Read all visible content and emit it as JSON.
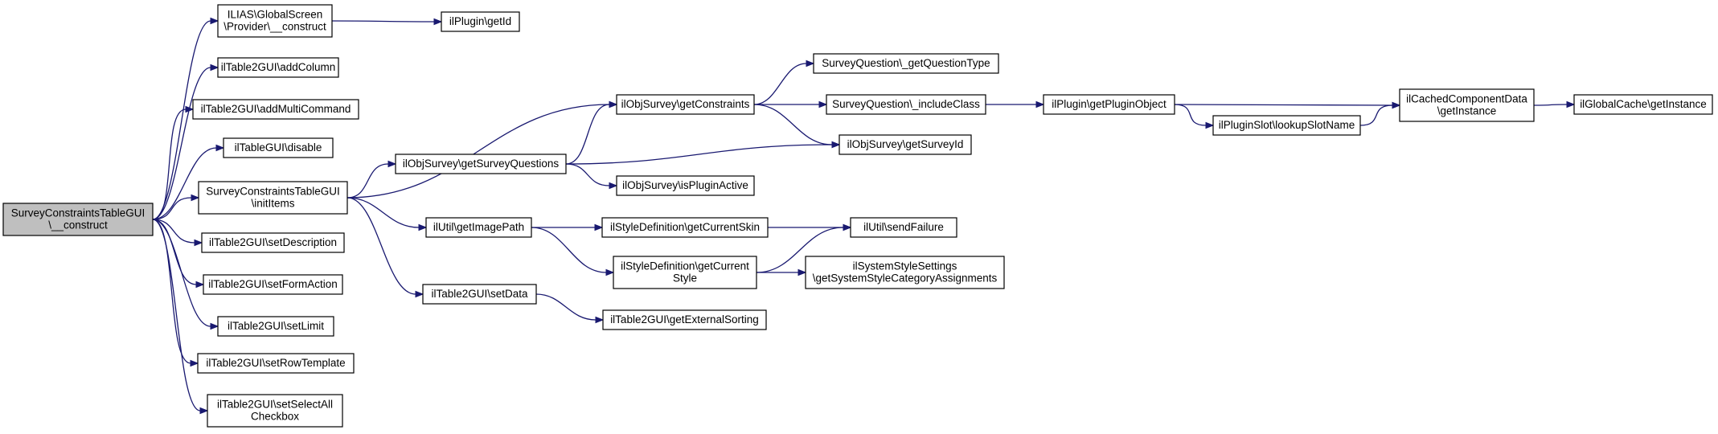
{
  "graph": {
    "colors": {
      "edge": "#191970",
      "root_fill": "#bfbfbf",
      "node_fill": "#ffffff",
      "border": "#000000"
    },
    "nodes": [
      {
        "id": "n0",
        "lines": [
          "SurveyConstraintsTableGUI",
          "\\__construct"
        ],
        "root": true
      },
      {
        "id": "n1",
        "lines": [
          "ILIAS\\GlobalScreen",
          "\\Provider\\__construct"
        ]
      },
      {
        "id": "n2",
        "lines": [
          "ilTable2GUI\\addColumn"
        ]
      },
      {
        "id": "n3",
        "lines": [
          "ilTable2GUI\\addMultiCommand"
        ]
      },
      {
        "id": "n4",
        "lines": [
          "ilTableGUI\\disable"
        ]
      },
      {
        "id": "n5",
        "lines": [
          "SurveyConstraintsTableGUI",
          "\\initItems"
        ]
      },
      {
        "id": "n6",
        "lines": [
          "ilTable2GUI\\setDescription"
        ]
      },
      {
        "id": "n7",
        "lines": [
          "ilTable2GUI\\setFormAction"
        ]
      },
      {
        "id": "n8",
        "lines": [
          "ilTable2GUI\\setLimit"
        ]
      },
      {
        "id": "n9",
        "lines": [
          "ilTable2GUI\\setRowTemplate"
        ]
      },
      {
        "id": "n10",
        "lines": [
          "ilTable2GUI\\setSelectAll",
          "Checkbox"
        ]
      },
      {
        "id": "n11",
        "lines": [
          "ilPlugin\\getId"
        ]
      },
      {
        "id": "n12",
        "lines": [
          "ilObjSurvey\\getConstraints"
        ]
      },
      {
        "id": "n13",
        "lines": [
          "ilObjSurvey\\getSurveyQuestions"
        ]
      },
      {
        "id": "n14",
        "lines": [
          "ilUtil\\getImagePath"
        ]
      },
      {
        "id": "n15",
        "lines": [
          "ilTable2GUI\\setData"
        ]
      },
      {
        "id": "n16",
        "lines": [
          "SurveyQuestion\\_getQuestionType"
        ]
      },
      {
        "id": "n17",
        "lines": [
          "SurveyQuestion\\_includeClass"
        ]
      },
      {
        "id": "n18",
        "lines": [
          "ilObjSurvey\\getSurveyId"
        ]
      },
      {
        "id": "n19",
        "lines": [
          "ilObjSurvey\\isPluginActive"
        ]
      },
      {
        "id": "n20",
        "lines": [
          "ilStyleDefinition\\getCurrentSkin"
        ]
      },
      {
        "id": "n21",
        "lines": [
          "ilStyleDefinition\\getCurrent",
          "Style"
        ]
      },
      {
        "id": "n22",
        "lines": [
          "ilTable2GUI\\getExternalSorting"
        ]
      },
      {
        "id": "n23",
        "lines": [
          "ilPlugin\\getPluginObject"
        ]
      },
      {
        "id": "n24",
        "lines": [
          "ilUtil\\sendFailure"
        ]
      },
      {
        "id": "n25",
        "lines": [
          "ilSystemStyleSettings",
          "\\getSystemStyleCategoryAssignments"
        ]
      },
      {
        "id": "n26",
        "lines": [
          "ilPluginSlot\\lookupSlotName"
        ]
      },
      {
        "id": "n27",
        "lines": [
          "ilCachedComponentData",
          "\\getInstance"
        ]
      },
      {
        "id": "n28",
        "lines": [
          "ilGlobalCache\\getInstance"
        ]
      }
    ],
    "edges": [
      [
        "n0",
        "n1"
      ],
      [
        "n0",
        "n2"
      ],
      [
        "n0",
        "n3"
      ],
      [
        "n0",
        "n4"
      ],
      [
        "n0",
        "n5"
      ],
      [
        "n0",
        "n6"
      ],
      [
        "n0",
        "n7"
      ],
      [
        "n0",
        "n8"
      ],
      [
        "n0",
        "n9"
      ],
      [
        "n0",
        "n10"
      ],
      [
        "n1",
        "n11"
      ],
      [
        "n5",
        "n12"
      ],
      [
        "n5",
        "n13"
      ],
      [
        "n5",
        "n14"
      ],
      [
        "n5",
        "n15"
      ],
      [
        "n12",
        "n16"
      ],
      [
        "n12",
        "n17"
      ],
      [
        "n12",
        "n18"
      ],
      [
        "n13",
        "n12"
      ],
      [
        "n13",
        "n18"
      ],
      [
        "n13",
        "n19"
      ],
      [
        "n14",
        "n20"
      ],
      [
        "n14",
        "n21"
      ],
      [
        "n15",
        "n22"
      ],
      [
        "n17",
        "n23"
      ],
      [
        "n20",
        "n24"
      ],
      [
        "n21",
        "n24"
      ],
      [
        "n21",
        "n25"
      ],
      [
        "n23",
        "n26"
      ],
      [
        "n23",
        "n27"
      ],
      [
        "n26",
        "n27"
      ],
      [
        "n27",
        "n28"
      ]
    ]
  }
}
